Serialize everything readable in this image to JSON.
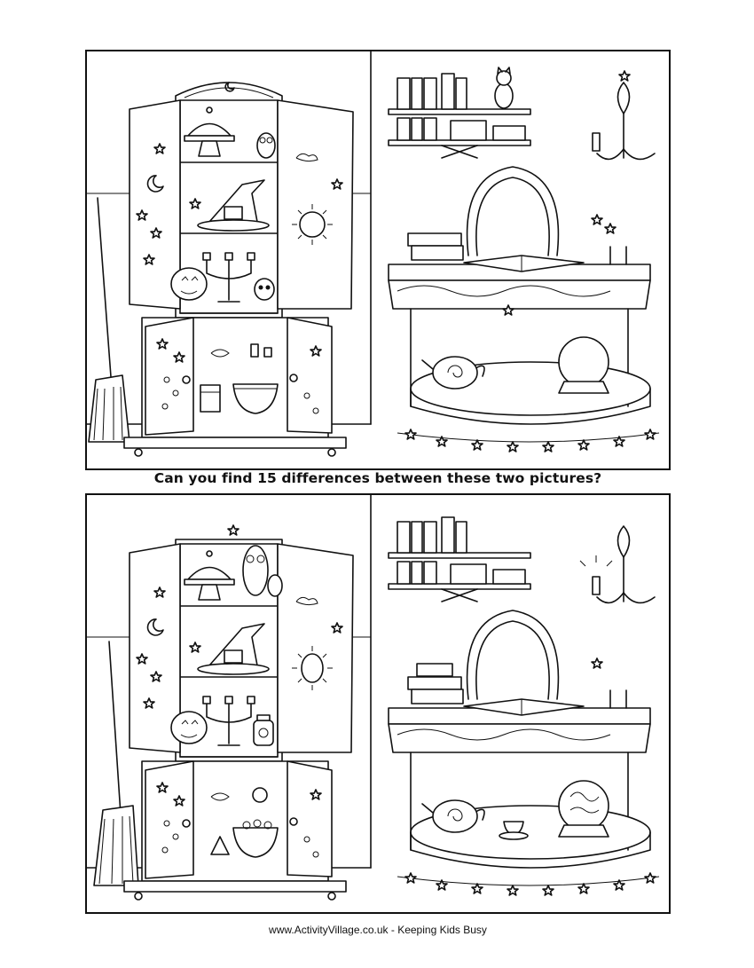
{
  "question": "Can you find 15 differences between these two pictures?",
  "footer": "www.ActivityVillage.co.uk - Keeping Kids Busy",
  "colors": {
    "ink": "#111111",
    "paper": "#ffffff"
  },
  "scenes": [
    {
      "id": "top",
      "objects": [
        "cabinet",
        "cake-stand",
        "owl",
        "witch-hat",
        "candelabra",
        "pumpkin",
        "skull",
        "jar",
        "bowl",
        "broom",
        "bookshelf",
        "cat",
        "wall-sconce",
        "table-with-open-book",
        "crystal-ball",
        "teapot",
        "star-garland"
      ]
    },
    {
      "id": "bottom",
      "objects": [
        "cabinet",
        "cake-stand",
        "owl",
        "witch-hat",
        "candelabra",
        "pumpkin",
        "potion-jar",
        "bowl",
        "broom",
        "bookshelf",
        "wall-sconce",
        "table-with-open-book",
        "crystal-ball",
        "teapot",
        "teacup",
        "star-garland"
      ]
    }
  ]
}
